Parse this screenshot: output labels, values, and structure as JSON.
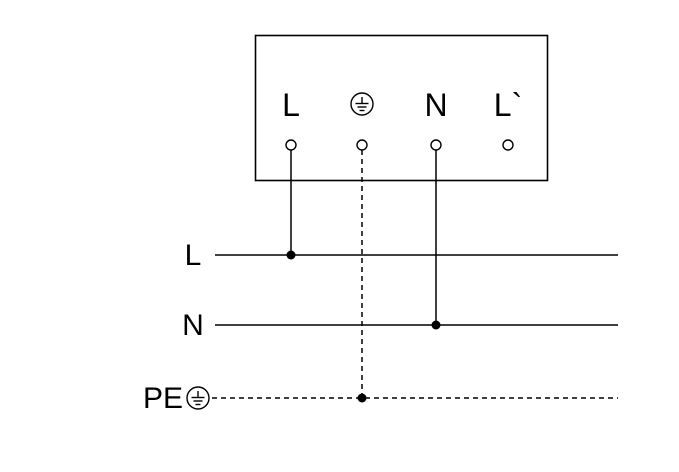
{
  "diagram": {
    "kind": "electrical-wiring-connection-diagram",
    "device_box": {
      "terminals": [
        {
          "label": "L",
          "connected_to": "L",
          "wire_style": "solid"
        },
        {
          "label": "earth-symbol",
          "connected_to": "PE",
          "wire_style": "dashed"
        },
        {
          "label": "N",
          "connected_to": "N",
          "wire_style": "solid"
        },
        {
          "label": "L`",
          "connected_to": "",
          "wire_style": "none"
        }
      ]
    },
    "supply_lines": [
      {
        "label": "L",
        "style": "solid"
      },
      {
        "label": "N",
        "style": "solid"
      },
      {
        "label": "PE",
        "style": "dashed",
        "has_earth_symbol": true
      }
    ]
  },
  "colors": {
    "line": "#000000",
    "background": "#ffffff"
  }
}
